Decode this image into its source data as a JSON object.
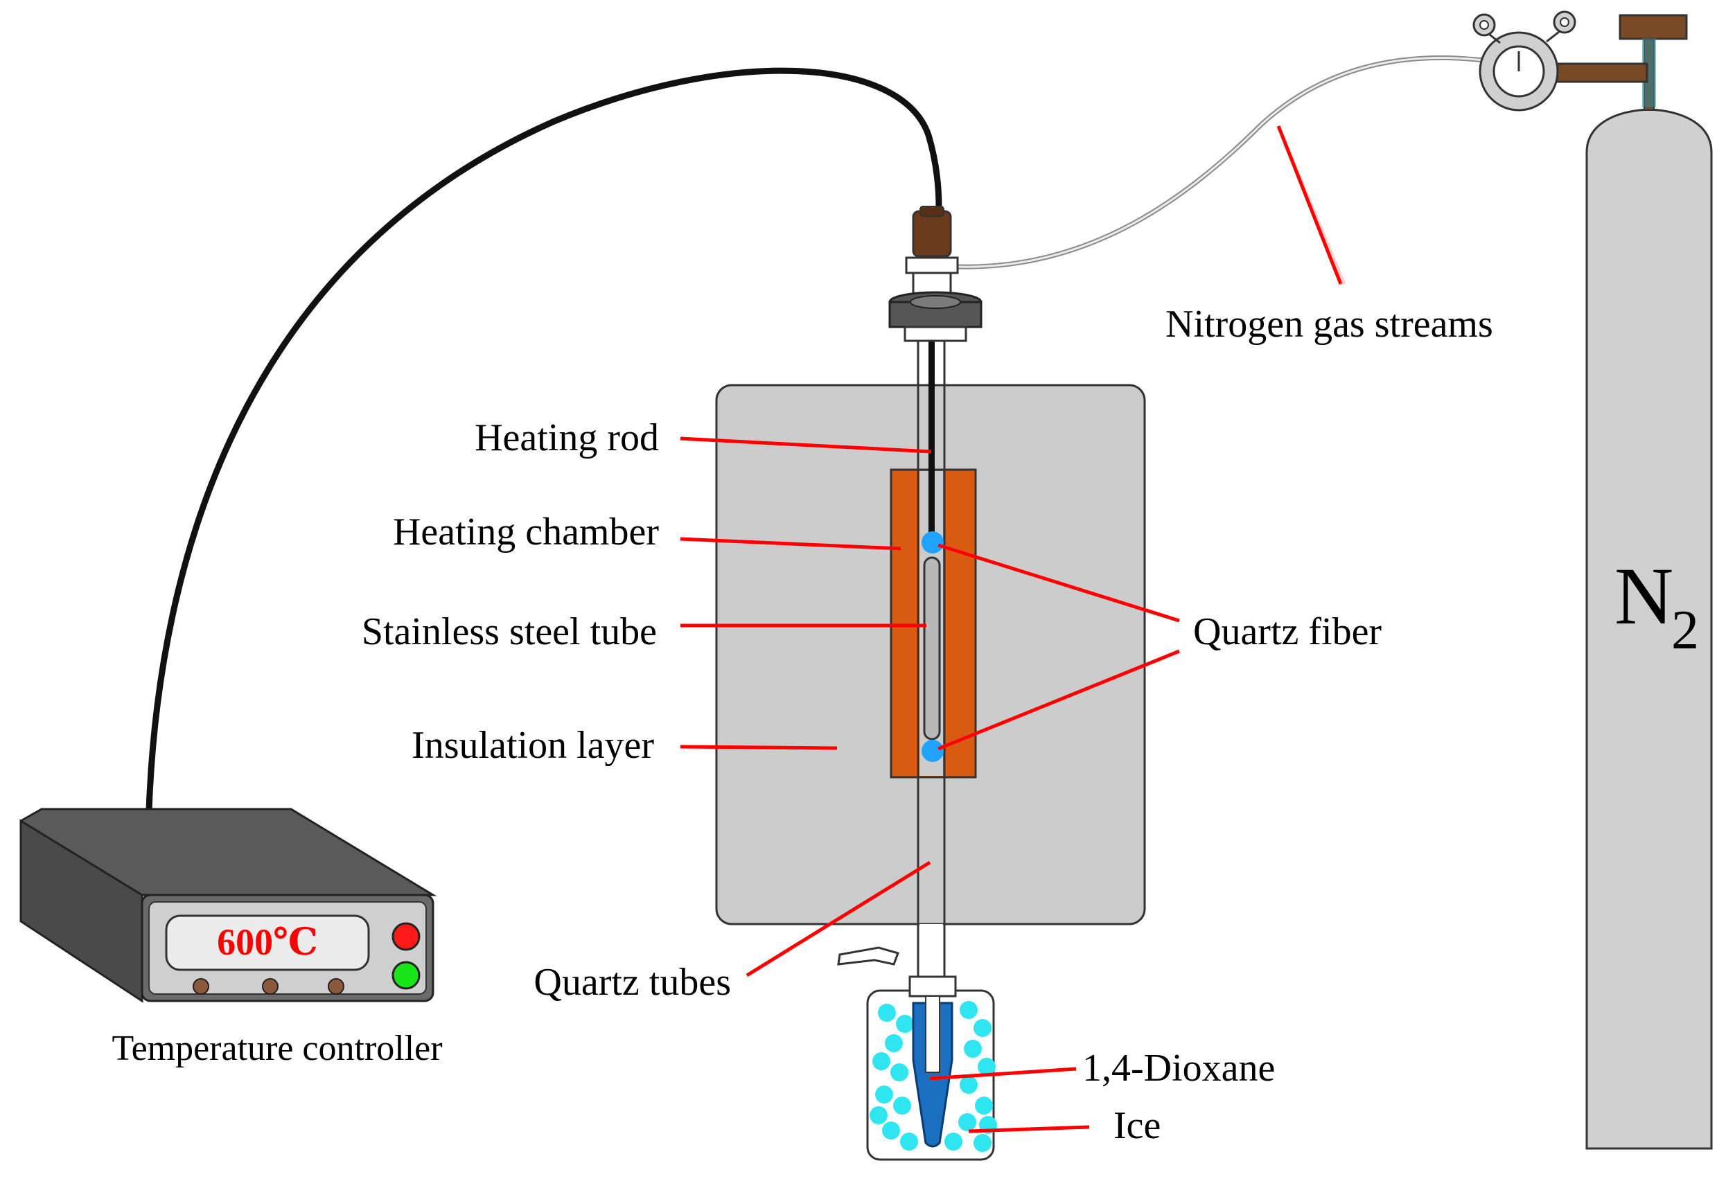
{
  "labels": {
    "nitrogen_gas_streams": "Nitrogen gas streams",
    "heating_rod": "Heating rod",
    "heating_chamber": "Heating chamber",
    "stainless_steel_tube": "Stainless steel tube",
    "insulation_layer": "Insulation layer",
    "quartz_fiber": "Quartz fiber",
    "quartz_tubes": "Quartz tubes",
    "dioxane": "1,4-Dioxane",
    "ice": "Ice",
    "temperature_controller": "Temperature controller",
    "cylinder_gas": "N",
    "cylinder_subscript": "2",
    "controller_display": "600℃"
  },
  "icons": {
    "controller": "temperature-controller-icon",
    "cylinder": "nitrogen-cylinder-icon",
    "regulator": "pressure-regulator-icon",
    "ice_bath": "ice-bath-icon"
  },
  "colors": {
    "leader_line": "#ff0000",
    "display_text": "#ff0000",
    "heating_chamber": "#d95b12",
    "insulation": "#cccccc",
    "quartz_fiber": "#1fa3ff",
    "ice": "#2fe6f0",
    "dioxane": "#1a6fc0",
    "led_red": "#ff1a1a",
    "led_green": "#19e619",
    "fitting_brown": "#6b3a1c",
    "regulator_brown": "#7a4a26"
  }
}
